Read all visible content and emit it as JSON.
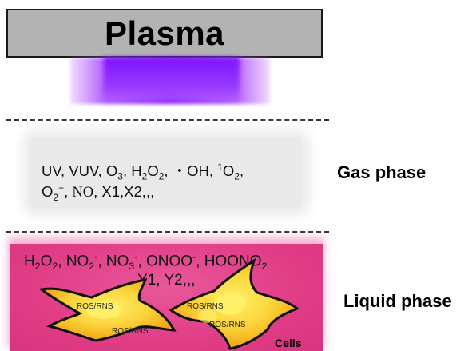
{
  "plasma": {
    "label": "Plasma"
  },
  "gas": {
    "line1": [
      {
        "t": "UV, VUV, O"
      },
      {
        "sub": "3"
      },
      {
        "t": ", H"
      },
      {
        "sub": "2"
      },
      {
        "t": "O"
      },
      {
        "sub": "2"
      },
      {
        "t": ",  ・OH, "
      },
      {
        "sup": "1"
      },
      {
        "t": "O"
      },
      {
        "sub": "2"
      },
      {
        "t": ","
      }
    ],
    "line2": [
      {
        "t": "O"
      },
      {
        "sub": "2"
      },
      {
        "sup": "−"
      },
      {
        "t": ", "
      },
      {
        "serif": "NO"
      },
      {
        "t": ", X1,X2,,,"
      }
    ],
    "phase_label": "Gas phase"
  },
  "liquid": {
    "line1": [
      {
        "t": "H"
      },
      {
        "sub": "2"
      },
      {
        "t": "O"
      },
      {
        "sub": "2"
      },
      {
        "t": ", NO"
      },
      {
        "sub": "2"
      },
      {
        "sup": "-"
      },
      {
        "t": ", NO"
      },
      {
        "sub": "3"
      },
      {
        "sup": "-"
      },
      {
        "t": ", ONOO"
      },
      {
        "sup": "-"
      },
      {
        "t": ", HOONO"
      },
      {
        "sub": "2"
      }
    ],
    "line2": "Y1, Y2,,,",
    "phase_label": "Liquid phase",
    "ros_labels": [
      "ROS/RNS",
      "ROS/RNS",
      "ROS/RNS",
      "ROS/RNS"
    ],
    "cells_label": "Cells"
  },
  "colors": {
    "plasma_box": "#b3b3b3",
    "plasma_glow": "#8b1fff",
    "liquid": "#e13d86",
    "cell_fill": "#f7b81d",
    "cell_highlight": "#fff26a"
  }
}
